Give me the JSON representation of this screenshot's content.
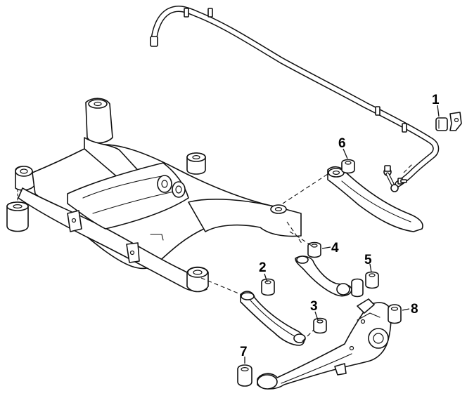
{
  "diagram": {
    "callouts": [
      {
        "id": 1,
        "label": "1"
      },
      {
        "id": 2,
        "label": "2"
      },
      {
        "id": 3,
        "label": "3"
      },
      {
        "id": 4,
        "label": "4"
      },
      {
        "id": 5,
        "label": "5"
      },
      {
        "id": 6,
        "label": "6"
      },
      {
        "id": 7,
        "label": "7"
      },
      {
        "id": 8,
        "label": "8"
      }
    ]
  }
}
